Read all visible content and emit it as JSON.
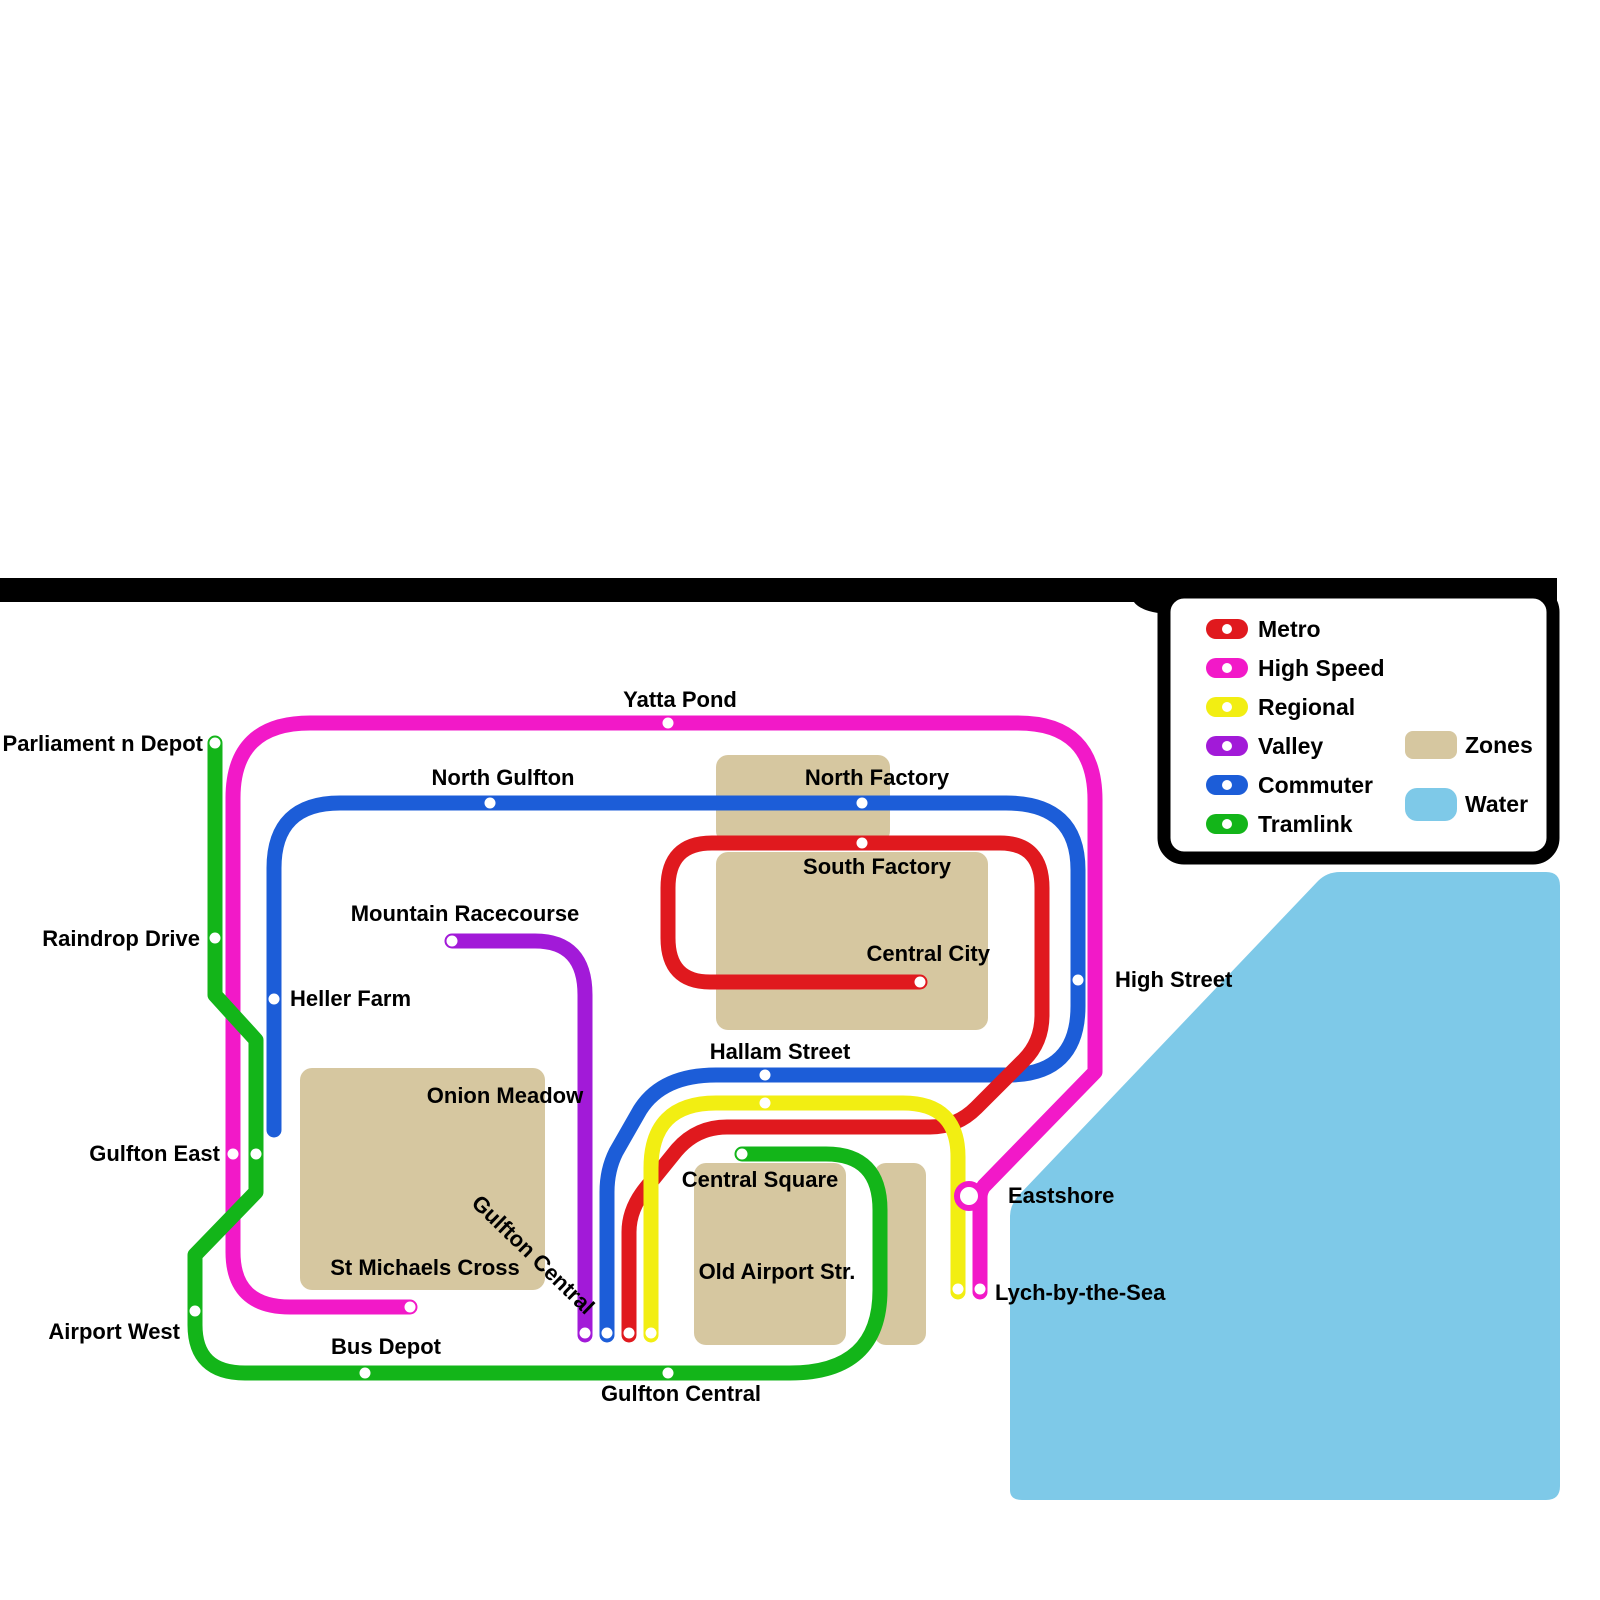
{
  "lines": {
    "metro": {
      "label": "Metro",
      "color": "#e0191e"
    },
    "high_speed": {
      "label": "High Speed",
      "color": "#f219c8"
    },
    "regional": {
      "label": "Regional",
      "color": "#f2ee12"
    },
    "valley": {
      "label": "Valley",
      "color": "#a21ad8"
    },
    "commuter": {
      "label": "Commuter",
      "color": "#1c5dd8"
    },
    "tramlink": {
      "label": "Tramlink",
      "color": "#13b519"
    }
  },
  "legend": {
    "zones": {
      "label": "Zones",
      "color": "#d6c7a0"
    },
    "water": {
      "label": "Water",
      "color": "#7ec9e8"
    }
  },
  "stations": {
    "parliament_n_depot": "Parliament n Depot",
    "yatta_pond": "Yatta Pond",
    "north_gulfton": "North Gulfton",
    "north_factory": "North Factory",
    "south_factory": "South Factory",
    "central_city": "Central City",
    "high_street": "High Street",
    "mountain_racecourse": "Mountain Racecourse",
    "raindrop_drive": "Raindrop Drive",
    "heller_farm": "Heller Farm",
    "hallam_street": "Hallam Street",
    "onion_meadow": "Onion Meadow",
    "gulfton_east": "Gulfton East",
    "central_square": "Central Square",
    "eastshore": "Eastshore",
    "st_michaels_cross": "St Michaels Cross",
    "gulfton_central": "Gulfton Central",
    "old_airport_str": "Old Airport Str.",
    "airport_west": "Airport West",
    "bus_depot": "Bus Depot",
    "lych_by_the_sea": "Lych-by-the-Sea"
  }
}
